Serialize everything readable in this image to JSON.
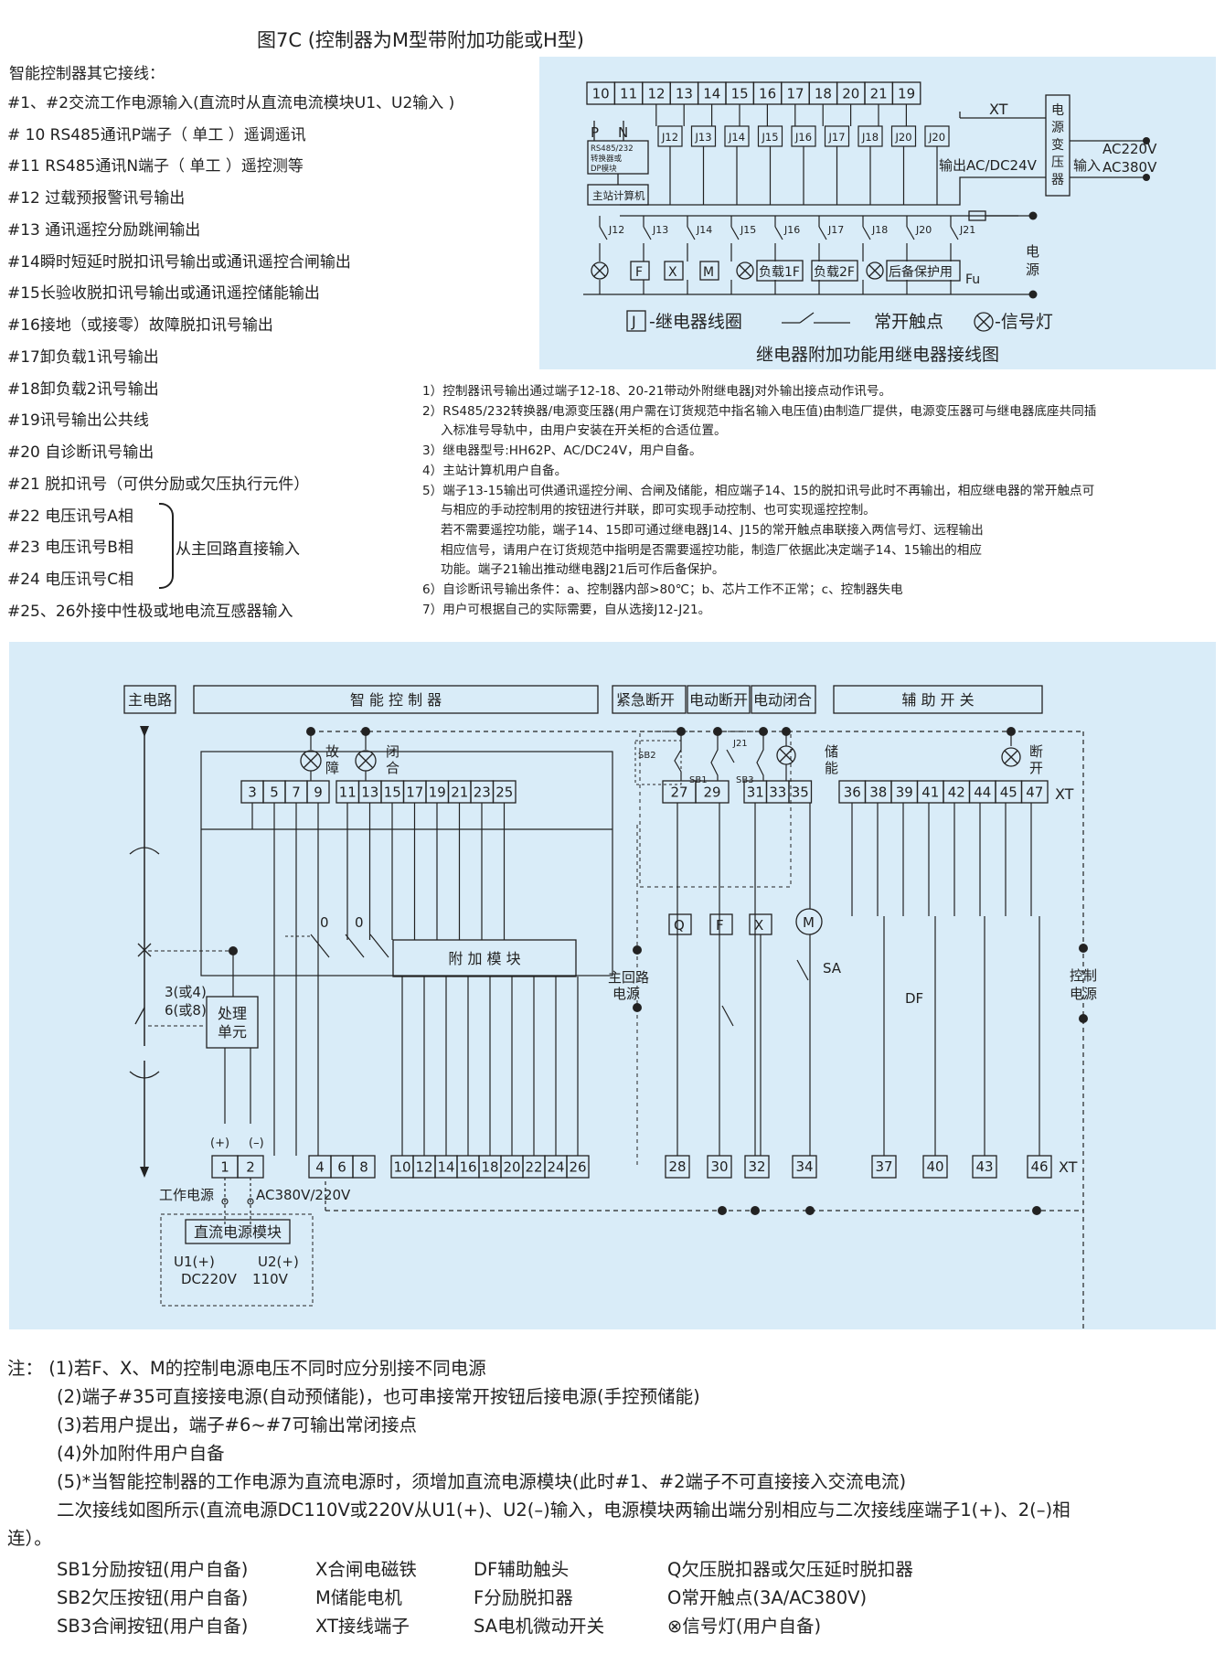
{
  "title": "图7C (控制器为M型带附加功能或H型)",
  "wiring_list": {
    "heading": "智能控制器其它接线：",
    "items": [
      "#1、#2交流工作电源输入(直流时从直流电流模块U1、U2输入 )",
      "# 10 RS485通讯P端子（ 单工 ）遥调遥讯",
      "#11 RS485通讯N端子（ 单工 ）遥控测等",
      "#12 过载预报警讯号输出",
      "#13 通讯遥控分励跳闸输出",
      "#14瞬时短延时脱扣讯号输出或通讯遥控合闸输出",
      "#15长验收脱扣讯号输出或通讯遥控储能输出",
      "#16接地（或接零）故障脱扣讯号输出",
      "#17卸负载1讯号输出",
      "#18卸负载2讯号输出",
      "#19讯号输出公共线",
      "#20 自诊断讯号输出",
      "#21 脱扣讯号（可供分励或欠压执行元件）",
      "#22 电压讯号A相",
      "#23 电压讯号B相",
      "#24 电压讯号C相",
      "#25、26外接中性极或地电流互感器输入"
    ],
    "brace_label": "从主回路直接输入"
  },
  "relay_diagram": {
    "terminals": [
      "10",
      "11",
      "12",
      "13",
      "14",
      "15",
      "16",
      "17",
      "18",
      "20",
      "21",
      "19"
    ],
    "xt": "XT",
    "p_label": "P",
    "n_label": "N",
    "rs485_lines": [
      "RS485/232",
      "转换器或",
      "DP模块"
    ],
    "host_label": "主站计算机",
    "j_boxes": [
      "J12",
      "J13",
      "J14",
      "J15",
      "J16",
      "J17",
      "J18",
      "J20",
      "J20"
    ],
    "output_label": "输出AC/DC24V",
    "transformer_chars": [
      "电",
      "源",
      "变",
      "压",
      "器"
    ],
    "input_label": "输入",
    "ac220": "AC220V",
    "ac380": "AC380V",
    "contacts": [
      "J12",
      "J13",
      "J14",
      "J15",
      "J16",
      "J17",
      "J18",
      "J20",
      "J21"
    ],
    "loads": [
      "F",
      "X",
      "M"
    ],
    "load1": "负载1F",
    "load2": "负载2F",
    "backup": "后备保护用",
    "fu": "Fu",
    "power_chars": [
      "电",
      "源"
    ],
    "legend_j": "J",
    "legend_coil": "-继电器线圈",
    "legend_contact": "常开触点",
    "legend_lamp": "-信号灯",
    "caption": "继电器附加功能用继电器接线图"
  },
  "notes": [
    "1）控制器讯号输出通过端子12-18、20-21带动外附继电器J对外输出接点动作讯号。",
    "2）RS485/232转换器/电源变压器(用户需在订货规范中指名输入电压值)由制造厂提供，电源变压器可与继电器底座共同插",
    "入标准号导轨中，由用户安装在开关柜的合适位置。",
    "3）继电器型号:HH62P、AC/DC24V，用户自备。",
    "4）主站计算机用户自备。",
    "5）端子13-15输出可供通讯遥控分闸、合闸及储能，相应端子14、15的脱扣讯号此时不再输出，相应继电器的常开触点可",
    "与相应的手动控制用的按钮进行并联，即可实现手动控制、也可实现遥控控制。",
    "若不需要遥控功能，端子14、15即可通过继电器J14、J15的常开触点串联接入两信号灯、远程输出",
    "相应信号，请用户在订货规范中指明是否需要遥控功能，制造厂依据此决定端子14、15输出的相应",
    "功能。端子21输出推动继电器J21后可作后备保护。",
    "6）自诊断讯号输出条件：a、控制器内部>80℃；b、芯片工作不正常；c、控制器失电",
    "7）用户可根据自己的实际需要，自从选接J12-J21。"
  ],
  "main_diagram": {
    "headers": [
      "主电路",
      "智 能 控 制 器",
      "紧急断开",
      "电动断开",
      "电动闭合",
      "辅 助 开 关"
    ],
    "lamp_fault": [
      "故",
      "障"
    ],
    "lamp_close": [
      "闭",
      "合"
    ],
    "lamp_store": [
      "储",
      "能"
    ],
    "lamp_open": [
      "断",
      "开"
    ],
    "top_terminals_a": [
      "3",
      "5",
      "7",
      "9"
    ],
    "top_terminals_b": [
      "11",
      "13",
      "15",
      "17",
      "19",
      "21",
      "23",
      "25"
    ],
    "top_terminals_c": [
      "27",
      "29"
    ],
    "top_terminals_d": [
      "31",
      "33",
      "35"
    ],
    "top_terminals_e": [
      "36",
      "38",
      "39",
      "41",
      "42",
      "44",
      "45",
      "47"
    ],
    "bottom_terminals_a": [
      "1",
      "2"
    ],
    "bottom_terminals_b": [
      "4",
      "6",
      "8"
    ],
    "bottom_terminals_c": [
      "10",
      "12",
      "14",
      "16",
      "18",
      "20",
      "22",
      "24",
      "26"
    ],
    "bottom_terminals_d": [
      "28",
      "30",
      "32",
      "34",
      "37",
      "40",
      "43",
      "46"
    ],
    "xt": "XT",
    "sb2": "SB2",
    "sb1": "SB1",
    "sb3": "SB3",
    "j21": "J21",
    "zero_a": "0",
    "zero_b": "0",
    "addon_module": "附 加 模 块",
    "process_unit": [
      "处理",
      "单元"
    ],
    "phase_label": [
      "3(或4)",
      "6(或8)"
    ],
    "main_power": [
      "主回路",
      "电源"
    ],
    "ctrl_power": [
      "控制",
      "电源"
    ],
    "sa": "SA",
    "df": "DF",
    "q": "Q",
    "f": "F",
    "x": "X",
    "m": "M",
    "plus": "(+)",
    "minus": "(–)",
    "work_power": "工作电源",
    "ac_label": "AC380V/220V",
    "dc_module": "直流电源模块",
    "u1": "U1(+)",
    "u2": "U2(+)",
    "dc220": "DC220V",
    "v110": "110V"
  },
  "bottom_notes": [
    "注：  (1)若F、X、M的控制电源电压不同时应分别接不同电源",
    "(2)端子#35可直接接电源(自动预储能)，也可串接常开按钮后接电源(手控预储能)",
    "(3)若用户提出，端子#6~#7可输出常闭接点",
    "(4)外加附件用户自备",
    "(5)*当智能控制器的工作电源为直流电源时，须增加直流电源模块(此时#1、#2端子不可直接接入交流电流)",
    "二次接线如图所示(直流电源DC110V或220V从U1(+)、U2(–)输入，电源模块两输出端分别相应与二次接线座端子1(+)、2(–)相",
    "连）。"
  ],
  "legend": [
    [
      "SB1分励按钮(用户自备)",
      "X合闸电磁铁",
      "DF辅助触头",
      "Q欠压脱扣器或欠压延时脱扣器"
    ],
    [
      "SB2欠压按钮(用户自备)",
      "M储能电机",
      "F分励脱扣器",
      "O常开触点(3A/AC380V)"
    ],
    [
      "SB3合闸按钮(用户自备)",
      "XT接线端子",
      "SA电机微动开关",
      "⊗信号灯(用户自备)"
    ]
  ],
  "colors": {
    "panel_bg": "#d9ecf8",
    "line": "#222222"
  }
}
